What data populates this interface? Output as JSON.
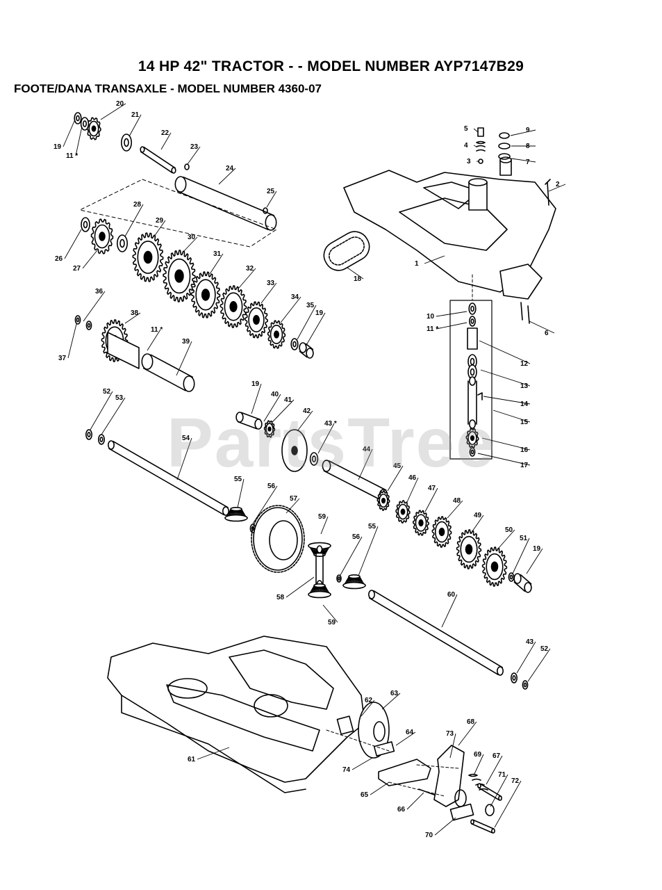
{
  "header": {
    "title": "14 HP 42\" TRACTOR - - MODEL NUMBER AYP7147B29",
    "subtitle": "FOOTE/DANA TRANSAXLE - MODEL NUMBER 4360-07"
  },
  "watermark": "PartsTree",
  "colors": {
    "ink": "#000000",
    "paper": "#ffffff",
    "watermark": "#969696"
  },
  "callouts": [
    {
      "id": "c1",
      "text": "1"
    },
    {
      "id": "c2",
      "text": "2"
    },
    {
      "id": "c3",
      "text": "3"
    },
    {
      "id": "c4",
      "text": "4"
    },
    {
      "id": "c5",
      "text": "5"
    },
    {
      "id": "c6",
      "text": "6"
    },
    {
      "id": "c7",
      "text": "7"
    },
    {
      "id": "c8",
      "text": "8"
    },
    {
      "id": "c9",
      "text": "9"
    },
    {
      "id": "c10",
      "text": "10"
    },
    {
      "id": "c11a",
      "text": "11 *"
    },
    {
      "id": "c11b",
      "text": "11 *"
    },
    {
      "id": "c11c",
      "text": "11 *"
    },
    {
      "id": "c12",
      "text": "12"
    },
    {
      "id": "c13",
      "text": "13"
    },
    {
      "id": "c14",
      "text": "14"
    },
    {
      "id": "c15",
      "text": "15"
    },
    {
      "id": "c16",
      "text": "16"
    },
    {
      "id": "c17",
      "text": "17"
    },
    {
      "id": "c18",
      "text": "18"
    },
    {
      "id": "c19a",
      "text": "19"
    },
    {
      "id": "c19b",
      "text": "19"
    },
    {
      "id": "c19c",
      "text": "19"
    },
    {
      "id": "c19d",
      "text": "19"
    },
    {
      "id": "c20",
      "text": "20"
    },
    {
      "id": "c21",
      "text": "21"
    },
    {
      "id": "c22",
      "text": "22"
    },
    {
      "id": "c23",
      "text": "23"
    },
    {
      "id": "c24",
      "text": "24"
    },
    {
      "id": "c25",
      "text": "25"
    },
    {
      "id": "c26",
      "text": "26"
    },
    {
      "id": "c27",
      "text": "27"
    },
    {
      "id": "c28",
      "text": "28"
    },
    {
      "id": "c29",
      "text": "29"
    },
    {
      "id": "c30",
      "text": "30"
    },
    {
      "id": "c31",
      "text": "31"
    },
    {
      "id": "c32",
      "text": "32"
    },
    {
      "id": "c33",
      "text": "33"
    },
    {
      "id": "c34",
      "text": "34"
    },
    {
      "id": "c35",
      "text": "35"
    },
    {
      "id": "c36",
      "text": "36"
    },
    {
      "id": "c37",
      "text": "37"
    },
    {
      "id": "c38",
      "text": "38"
    },
    {
      "id": "c39",
      "text": "39"
    },
    {
      "id": "c40",
      "text": "40"
    },
    {
      "id": "c41",
      "text": "41"
    },
    {
      "id": "c42",
      "text": "42"
    },
    {
      "id": "c43a",
      "text": "43 *"
    },
    {
      "id": "c43b",
      "text": "43"
    },
    {
      "id": "c44",
      "text": "44"
    },
    {
      "id": "c45",
      "text": "45"
    },
    {
      "id": "c46",
      "text": "46"
    },
    {
      "id": "c47",
      "text": "47"
    },
    {
      "id": "c48",
      "text": "48"
    },
    {
      "id": "c49",
      "text": "49"
    },
    {
      "id": "c50",
      "text": "50"
    },
    {
      "id": "c51",
      "text": "51"
    },
    {
      "id": "c52a",
      "text": "52"
    },
    {
      "id": "c52b",
      "text": "52"
    },
    {
      "id": "c53",
      "text": "53"
    },
    {
      "id": "c54",
      "text": "54"
    },
    {
      "id": "c55a",
      "text": "55"
    },
    {
      "id": "c55b",
      "text": "55"
    },
    {
      "id": "c56a",
      "text": "56"
    },
    {
      "id": "c56b",
      "text": "56"
    },
    {
      "id": "c57",
      "text": "57"
    },
    {
      "id": "c58",
      "text": "58"
    },
    {
      "id": "c59a",
      "text": "59"
    },
    {
      "id": "c59b",
      "text": "59"
    },
    {
      "id": "c60",
      "text": "60"
    },
    {
      "id": "c61",
      "text": "61"
    },
    {
      "id": "c62",
      "text": "62"
    },
    {
      "id": "c63",
      "text": "63"
    },
    {
      "id": "c64",
      "text": "64"
    },
    {
      "id": "c65",
      "text": "65"
    },
    {
      "id": "c66",
      "text": "66"
    },
    {
      "id": "c67",
      "text": "67"
    },
    {
      "id": "c68",
      "text": "68"
    },
    {
      "id": "c69",
      "text": "69"
    },
    {
      "id": "c70",
      "text": "70"
    },
    {
      "id": "c71",
      "text": "71"
    },
    {
      "id": "c72",
      "text": "72"
    },
    {
      "id": "c73",
      "text": "73"
    },
    {
      "id": "c74",
      "text": "74"
    }
  ]
}
